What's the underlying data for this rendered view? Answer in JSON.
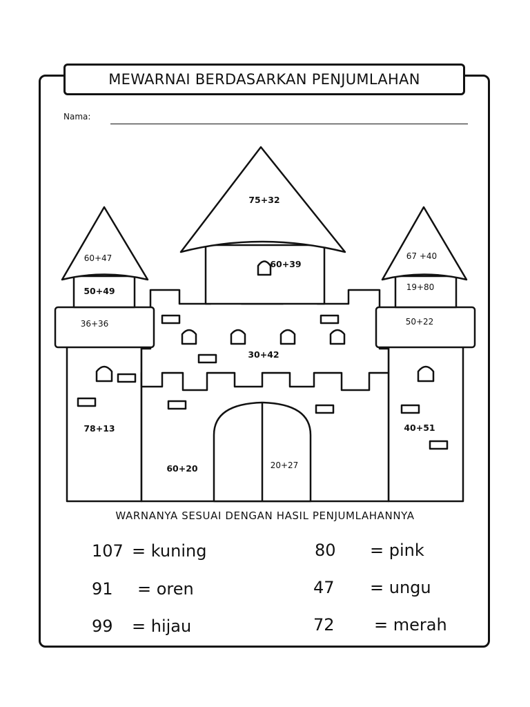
{
  "worksheet": {
    "title": "MEWARNAI BERDASARKAN PENJUMLAHAN",
    "name_label": "Nama:",
    "instruction": "WARNANYA SESUAI DENGAN HASIL PENJUMLAHANNYA"
  },
  "castle_sums": {
    "center_roof": "75+32",
    "center_tower": "60+39",
    "left_roof": "60+47",
    "left_top": "50+49",
    "left_band": "36+36",
    "left_tower": "78+13",
    "right_roof": "67 +40",
    "right_top": "19+80",
    "right_band": "50+22",
    "right_tower": "40+51",
    "wall_upper": "30+42",
    "wall_lower": "60+20",
    "door": "20+27"
  },
  "color_key": [
    {
      "number": "107",
      "color": "= kuning"
    },
    {
      "number": "91",
      "color": "= oren"
    },
    {
      "number": "99",
      "color": "= hijau"
    },
    {
      "number": "80",
      "color": "= pink"
    },
    {
      "number": "47",
      "color": "= ungu"
    },
    {
      "number": "72",
      "color": "= merah"
    }
  ]
}
